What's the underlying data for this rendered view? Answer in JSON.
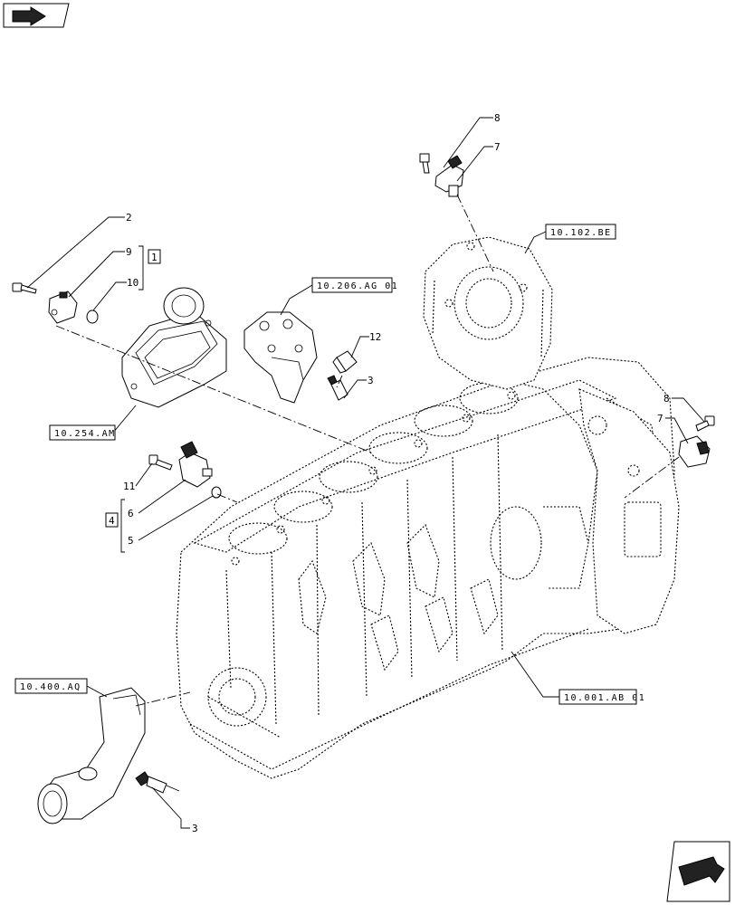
{
  "references": {
    "ref_10_102_be": "10.102.BE",
    "ref_10_206_ag_01": "10.206.AG 01",
    "ref_10_254_am": "10.254.AM",
    "ref_10_400_aq": "10.400.AQ",
    "ref_10_001_ab_01": "10.001.AB 01"
  },
  "kits": {
    "kit_1": "1",
    "kit_4": "4"
  },
  "callouts": {
    "c2": "2",
    "c9": "9",
    "c10": "10",
    "c8_top": "8",
    "c7_top": "7",
    "c12": "12",
    "c3_mid": "3",
    "c8_right": "8",
    "c7_right": "7",
    "c11": "11",
    "c6": "6",
    "c5": "5",
    "c3_bottom": "3"
  },
  "icons": {
    "top_left": "previous-page-arrow-icon",
    "bottom_right": "next-page-arrow-icon"
  }
}
